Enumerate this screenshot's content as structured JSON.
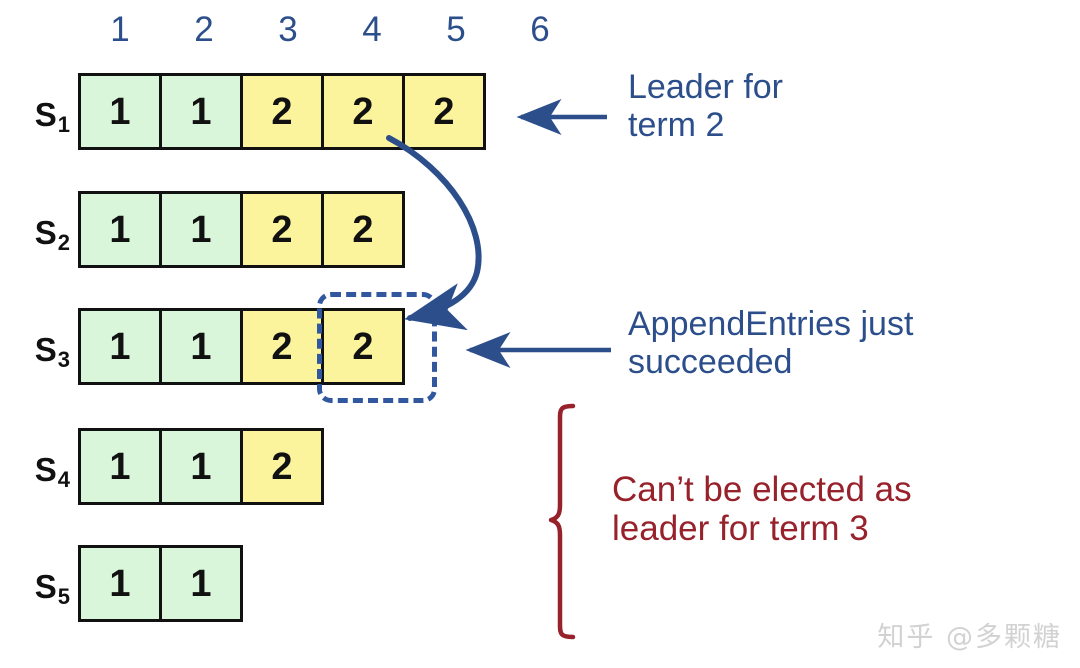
{
  "figure": {
    "title": "Raft log replication diagram",
    "colors": {
      "term1_fill": "#d9f5da",
      "term2_fill": "#fbf49c",
      "cell_border": "#111111",
      "blue_accent": "#2c4f8c",
      "dash_accent": "#31579e",
      "red_accent": "#97222b",
      "background": "#ffffff"
    }
  },
  "column_headers": [
    "1",
    "2",
    "3",
    "4",
    "5",
    "6"
  ],
  "servers": [
    {
      "label": "S",
      "subscript": "1",
      "entries": [
        "1",
        "1",
        "2",
        "2",
        "2"
      ],
      "terms": [
        1,
        1,
        2,
        2,
        2
      ]
    },
    {
      "label": "S",
      "subscript": "2",
      "entries": [
        "1",
        "1",
        "2",
        "2"
      ],
      "terms": [
        1,
        1,
        2,
        2
      ]
    },
    {
      "label": "S",
      "subscript": "3",
      "entries": [
        "1",
        "1",
        "2",
        "2"
      ],
      "terms": [
        1,
        1,
        2,
        2
      ]
    },
    {
      "label": "S",
      "subscript": "4",
      "entries": [
        "1",
        "1",
        "2"
      ],
      "terms": [
        1,
        1,
        2
      ]
    },
    {
      "label": "S",
      "subscript": "5",
      "entries": [
        "1",
        "1"
      ],
      "terms": [
        1,
        1
      ]
    }
  ],
  "annotations": {
    "leader": {
      "text": "Leader for\nterm 2",
      "color": "blue",
      "target_server": "S1"
    },
    "append_entries": {
      "text": "AppendEntries just\nsucceeded",
      "color": "blue",
      "target_server": "S3"
    },
    "cant_elect": {
      "text": "Can’t be elected as\nleader for term 3",
      "color": "red",
      "target_servers": "S4, S5"
    }
  },
  "highlight": {
    "name": "replicated-entry-highlight",
    "server": "S3",
    "log_index": 4,
    "style": "dashed-rounded-rectangle"
  },
  "watermark": {
    "text": "知乎 @多颗糖"
  }
}
